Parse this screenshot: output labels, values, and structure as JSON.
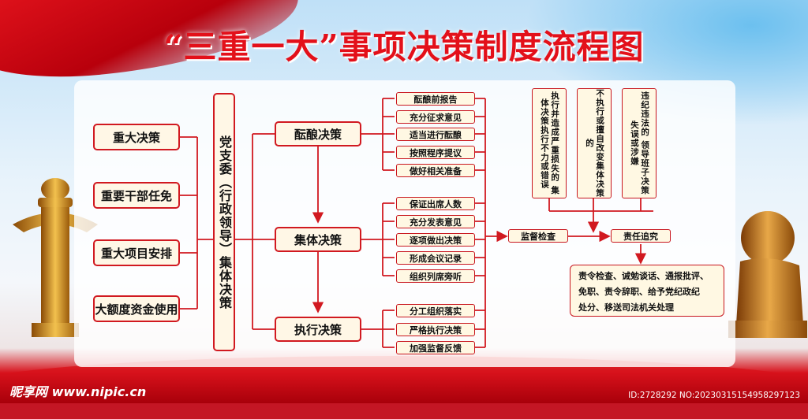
{
  "title": "“三重一大”事项决策制度流程图",
  "items": [
    "重大决策",
    "重要干部任免",
    "重大项目安排",
    "大额度资金使用"
  ],
  "party": "党支委（行政领导）集体决策",
  "stages": [
    "酝酿决策",
    "集体决策",
    "执行决策"
  ],
  "stage1_steps": [
    "酝酿前报告",
    "充分征求意见",
    "适当进行酝酿",
    "按照程序提议",
    "做好相关准备"
  ],
  "stage2_steps": [
    "保证出席人数",
    "充分发表意见",
    "逐项做出决策",
    "形成会议记录",
    "组织列席旁听"
  ],
  "stage3_steps": [
    "分工组织落实",
    "严格执行决策",
    "加强监督反馈"
  ],
  "violations": [
    "执行并造成严重损失的 集体决策执行不力或错误",
    "不执行或擅自改变集体决策的",
    "违纪违法的 领导班子决策失误或涉嫌"
  ],
  "supervision": "监督检查",
  "accountability": "责任追究",
  "result_lines": [
    "责令检查、诫勉谈话、通报批评、",
    "免职、责令辞职、给予党纪政纪",
    "处分、移送司法机关处理"
  ],
  "watermark_left": "昵享网 www.nipic.cn",
  "watermark_right": "ID:2728292 NO:20230315154958297123",
  "colors": {
    "accent": "#e3101a",
    "line": "#d11920",
    "box_fill": "#fff7e6"
  }
}
